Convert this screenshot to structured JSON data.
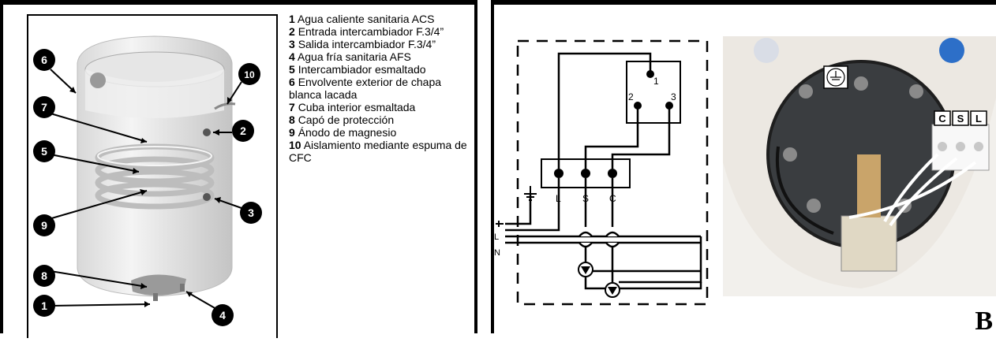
{
  "legend": [
    {
      "num": "1",
      "text": "Agua caliente sanitaria ACS"
    },
    {
      "num": "2",
      "text": "Entrada intercambiador F.3/4”"
    },
    {
      "num": "3",
      "text": "Salida intercambiador F.3/4”"
    },
    {
      "num": "4",
      "text": "Agua fría sanitaria AFS"
    },
    {
      "num": "5",
      "text": "Intercambiador esmaltado"
    },
    {
      "num": "6",
      "text": "Envolvente exterior de chapa blanca lacada"
    },
    {
      "num": "7",
      "text": "Cuba interior esmaltada"
    },
    {
      "num": "8",
      "text": "Capó de protección"
    },
    {
      "num": "9",
      "text": "Ánodo de magnesio"
    },
    {
      "num": "10",
      "text": "Aislamiento mediante espuma de CFC"
    }
  ],
  "callouts": [
    "1",
    "2",
    "3",
    "4",
    "5",
    "6",
    "7",
    "8",
    "9",
    "10"
  ],
  "wiring": {
    "thermostat_terminals": [
      "1",
      "2",
      "3"
    ],
    "block_labels": [
      "L",
      "S",
      "C"
    ],
    "supply_labels": [
      "L",
      "N"
    ]
  },
  "photo": {
    "terminal_labels": [
      "C",
      "S",
      "L"
    ]
  },
  "panel_letter": "B"
}
